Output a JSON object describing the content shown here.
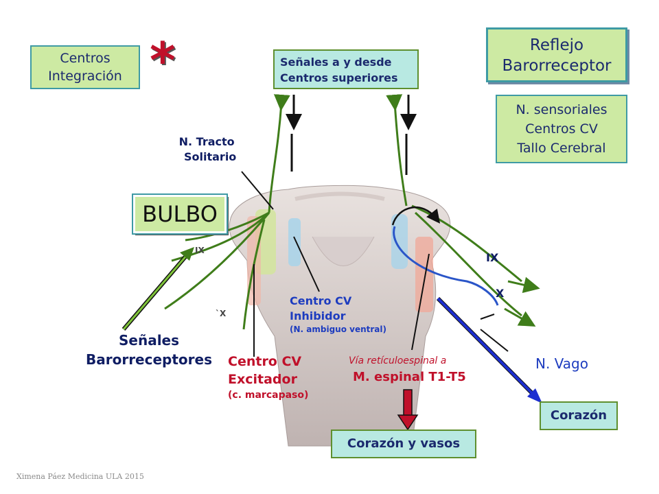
{
  "boxes": {
    "centros": [
      "Centros",
      "Integración"
    ],
    "senales_superiores": [
      "Señales a y desde",
      "Centros superiores"
    ],
    "reflejo": [
      "Reflejo",
      "Barorreceptor"
    ],
    "sensoriales": [
      "N. sensoriales",
      "Centros CV",
      "Tallo Cerebral"
    ],
    "bulbo": "BULBO",
    "corazon_vasos": "Corazón y vasos",
    "corazon": "Corazón"
  },
  "labels": {
    "asterisk": "*",
    "tracto": [
      "N. Tracto",
      "Solitario"
    ],
    "ix_nerve": "IX",
    "x_nerve": "X",
    "ix_small": "IX",
    "x_small": "`X",
    "inhibidor": [
      "Centro CV",
      "Inhibidor",
      "(N. ambiguo ventral)"
    ],
    "senales_baro": [
      "Señales",
      "Barorreceptores"
    ],
    "excitador": [
      "Centro CV",
      "Excitador",
      "(c. marcapaso)"
    ],
    "via": [
      "Vía retículoespinal a",
      "M. espinal T1-T5"
    ],
    "vago": "N. Vago",
    "credit": "Ximena Páez Medicina ULA 2015"
  },
  "colors": {
    "nerve_green": "#3f7d1a",
    "red_arrow": "#c0102a",
    "blue_arrow": "#1d2fd0",
    "title_box_border": "#3e9aa4"
  }
}
